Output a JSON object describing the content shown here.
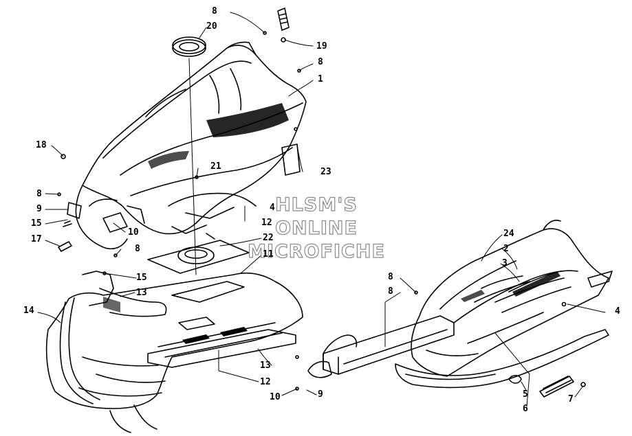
{
  "diagram": {
    "watermark_lines": [
      "HLSM'S",
      "ONLINE",
      "MICROFICHE"
    ],
    "callouts": {
      "c8_top": "8",
      "c20": "20",
      "c19": "19",
      "c8_right": "8",
      "c1": "1",
      "c18": "18",
      "c21": "21",
      "c23": "23",
      "c8_left": "8",
      "c9_left": "9",
      "c15_left": "15",
      "c17": "17",
      "c10_left": "10",
      "c8_mid": "8",
      "c4_mid": "4",
      "c12_mid": "12",
      "c22": "22",
      "c11": "11",
      "c15_mid": "15",
      "c13_top": "13",
      "c14": "14",
      "c13_bottom": "13",
      "c12_bottom": "12",
      "c10_bottom": "10",
      "c9_bottom": "9",
      "c24": "24",
      "c2": "2",
      "c3": "3",
      "c8_r1": "8",
      "c8_r2": "8",
      "c4_right": "4",
      "c5": "5",
      "c6": "6",
      "c7": "7"
    }
  }
}
